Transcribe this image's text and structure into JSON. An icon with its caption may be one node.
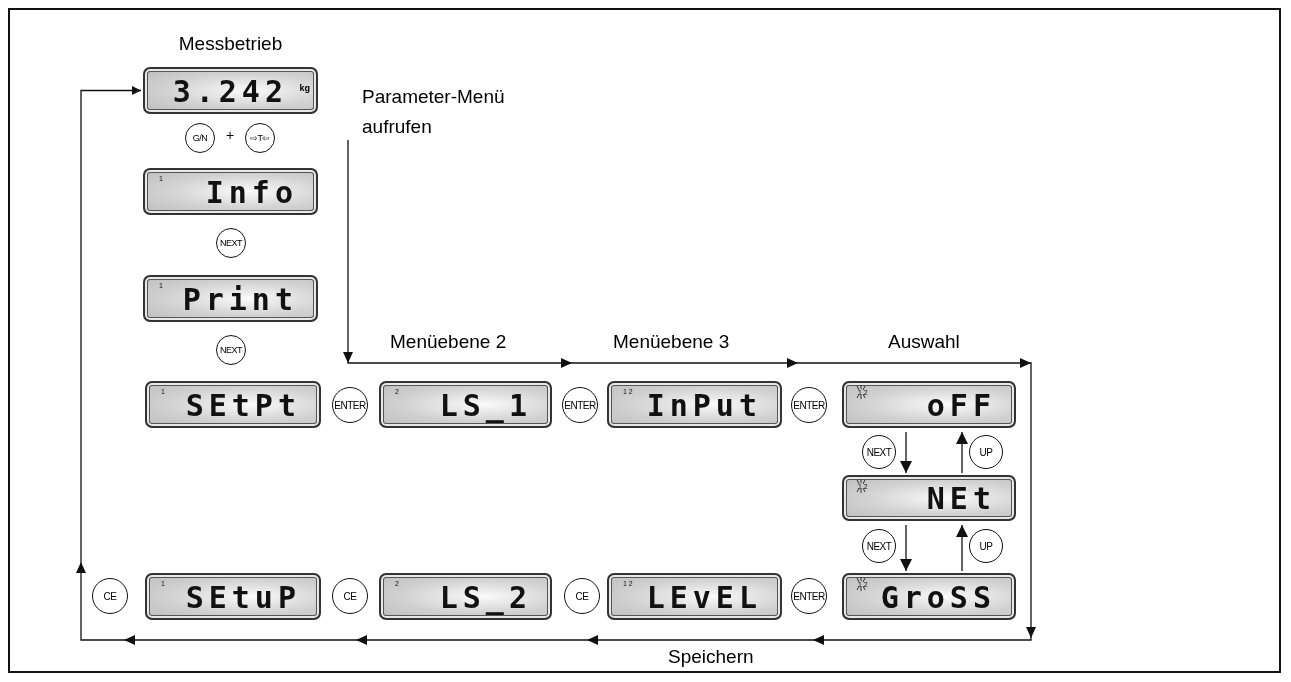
{
  "diagram": {
    "nodes": [
      {
        "text": [
          "Messbetrieb",
          "3.242",
          "kg"
        ]
      },
      {
        "text": [
          "Parameter-Menü aufrufen"
        ]
      },
      {
        "text": [
          "G/N"
        ]
      },
      {
        "text": [
          "⇨T⇦"
        ]
      },
      {
        "text": [
          "1",
          "Info"
        ]
      },
      {
        "text": [
          "NEXT"
        ]
      },
      {
        "text": [
          "1",
          "Print"
        ]
      },
      {
        "text": [
          "NEXT"
        ]
      },
      {
        "text": [
          "1",
          "SEtPt"
        ]
      },
      {
        "text": [
          "ENTER"
        ]
      },
      {
        "text": [
          "2",
          "LS_1"
        ]
      },
      {
        "text": [
          "ENTER"
        ]
      },
      {
        "text": [
          "1 2",
          "InPut"
        ]
      },
      {
        "text": [
          "ENTER"
        ]
      },
      {
        "text": [
          "1 2",
          "oFF"
        ]
      },
      {
        "text": [
          "NEXT"
        ]
      },
      {
        "text": [
          "UP"
        ]
      },
      {
        "text": [
          "1 2",
          "NEt"
        ]
      },
      {
        "text": [
          "NEXT"
        ]
      },
      {
        "text": [
          "UP"
        ]
      },
      {
        "text": [
          "CE"
        ]
      },
      {
        "text": [
          "1",
          "SEtuP"
        ]
      },
      {
        "text": [
          "CE"
        ]
      },
      {
        "text": [
          "2",
          "LS_2"
        ]
      },
      {
        "text": [
          "CE"
        ]
      },
      {
        "text": [
          "1 2",
          "LEvEL"
        ]
      },
      {
        "text": [
          "ENTER"
        ]
      },
      {
        "text": [
          "1 2",
          "GroSS"
        ]
      }
    ],
    "edges": [
      {
        "from": 1,
        "to": 0,
        "arrow": "to"
      },
      {
        "from": 14,
        "to": 17,
        "arrow": "to"
      },
      {
        "from": 17,
        "to": 14,
        "arrow": "to"
      },
      {
        "from": 17,
        "to": 27,
        "arrow": "to"
      },
      {
        "from": 27,
        "to": 17,
        "arrow": "to"
      }
    ],
    "labels": [
      "+",
      "Menüebene 2",
      "Menüebene 3",
      "Auswahl",
      "Speichern"
    ]
  }
}
